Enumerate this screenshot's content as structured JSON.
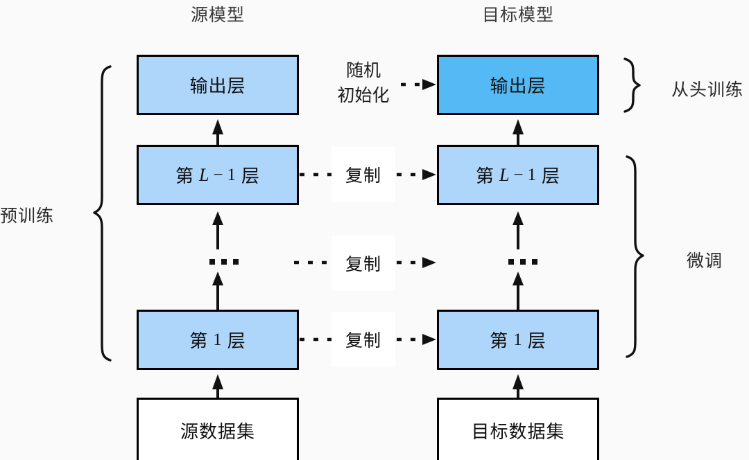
{
  "diagram": {
    "title_source_model": "源模型",
    "title_target_model": "目标模型",
    "left_bracket_label": "预训练",
    "right_bracket_top_label": "从头训练",
    "right_bracket_bottom_label": "微调",
    "random_init_line1": "随机",
    "random_init_line2": "初始化",
    "ellipsis": "...",
    "colors": {
      "background": "#fafafa",
      "layer_light_blue": "#aed6fb",
      "layer_strong_blue": "#55b9f5",
      "dataset_white": "#ffffff",
      "stroke": "#111111"
    },
    "source_column": {
      "output_layer": "输出层",
      "layer_L_minus_1_prefix": "第",
      "layer_L_minus_1_var": "L",
      "layer_L_minus_1_op": "−",
      "layer_L_minus_1_num": "1",
      "layer_L_minus_1_suffix": "层",
      "layer_1_prefix": "第",
      "layer_1_num": "1",
      "layer_1_suffix": "层",
      "dataset": "源数据集"
    },
    "target_column": {
      "output_layer": "输出层",
      "layer_L_minus_1_prefix": "第",
      "layer_L_minus_1_var": "L",
      "layer_L_minus_1_op": "−",
      "layer_L_minus_1_num": "1",
      "layer_L_minus_1_suffix": "层",
      "layer_1_prefix": "第",
      "layer_1_num": "1",
      "layer_1_suffix": "层",
      "dataset": "目标数据集"
    },
    "copy_labels": {
      "copy_top": "复制",
      "copy_middle": "复制",
      "copy_bottom": "复制"
    }
  }
}
